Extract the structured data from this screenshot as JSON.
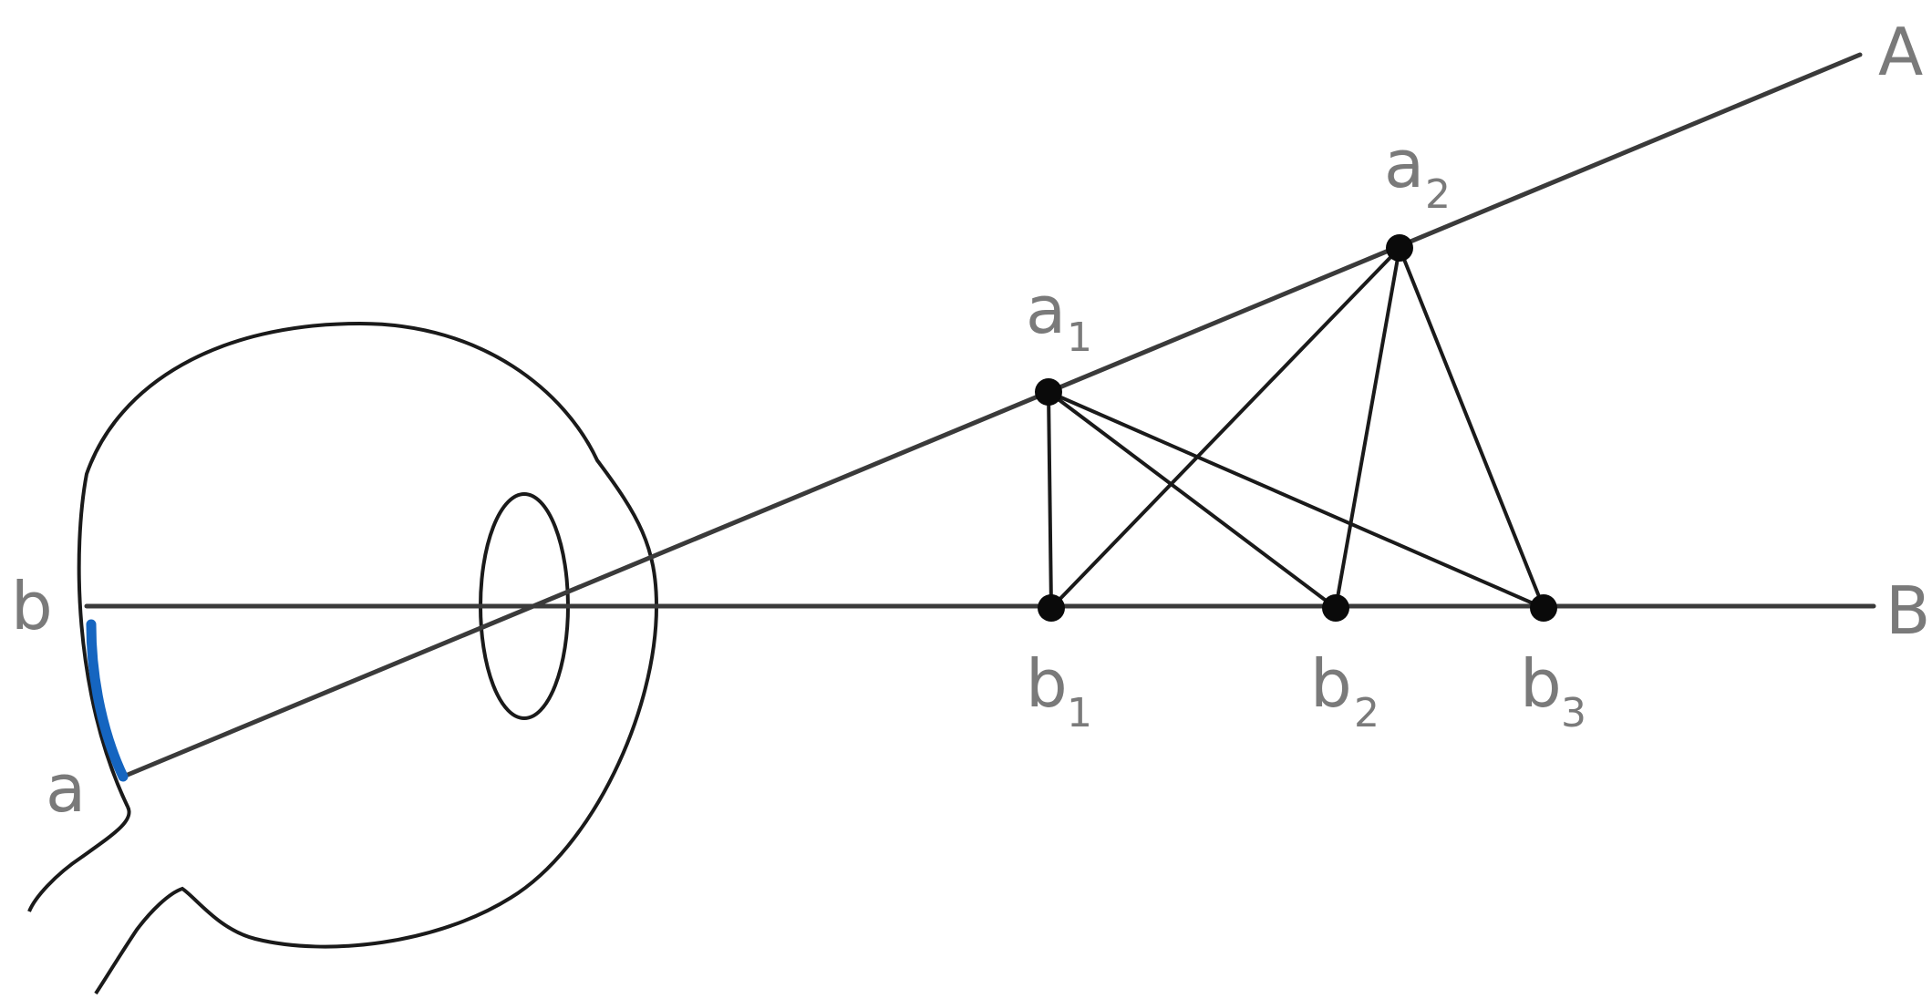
{
  "labels": {
    "A": "A",
    "B": "B",
    "a": "a",
    "b": "b",
    "a1": {
      "base": "a",
      "sub": "1"
    },
    "a2": {
      "base": "a",
      "sub": "2"
    },
    "b1": {
      "base": "b",
      "sub": "1"
    },
    "b2": {
      "base": "b",
      "sub": "2"
    },
    "b3": {
      "base": "b",
      "sub": "3"
    }
  },
  "colors": {
    "line": "#1a1a1a",
    "retina_highlight": "#1565c0",
    "label": "#7a7a7a"
  }
}
